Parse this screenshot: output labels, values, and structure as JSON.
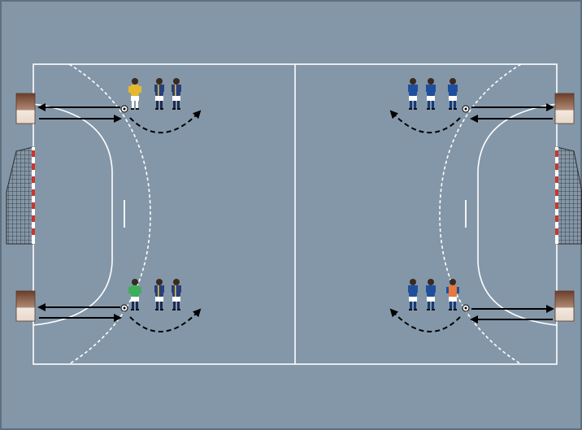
{
  "colors": {
    "floor": "#8497a8",
    "border": "#5f6f7d",
    "court_line": "#ffffff",
    "arrow": "#000000",
    "team_left_shirt": "#2a3f78",
    "team_left_trim": "#d8c24a",
    "team_left_shorts": "#ffffff",
    "team_left_keeper_top": "#e6b82e",
    "team_left_keeper_bottom": "#3fae5a",
    "team_right_shirt": "#1f4f9c",
    "team_right_shorts": "#ffffff",
    "team_right_keeper_bottom": "#e8793a",
    "goal_net": "#2a2a2a",
    "goal_post_red": "#c8372e",
    "cone_box_top": "#8a5a44",
    "cone_box_bottom": "#f0e6dc"
  },
  "icons": {
    "player": "handball-player-icon",
    "ball": "ball-icon",
    "goal": "goal-net-icon",
    "box": "cone-box-icon",
    "arrow_straight": "straight-arrow-icon",
    "arrow_dashed": "dashed-curved-arrow-icon"
  },
  "drill": {
    "stations": 4,
    "players_per_station": 3,
    "balls_per_station": 1
  }
}
